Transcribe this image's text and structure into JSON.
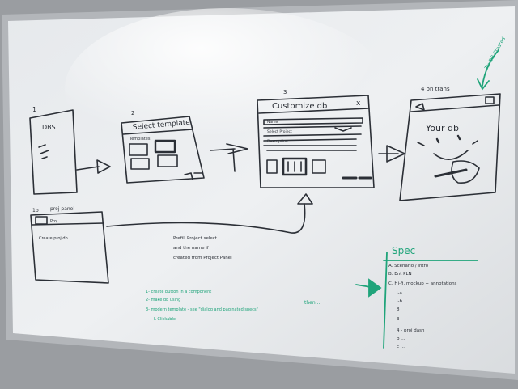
{
  "colors": {
    "ink": "#2b2f36",
    "green": "#1fa47a",
    "board": "#e9ecef",
    "frame": "#a9acb0"
  },
  "sketch1": {
    "number": "1",
    "title": "DBS"
  },
  "sketch1b": {
    "number": "1b",
    "title": "proj panel",
    "tab": "Proj",
    "body": "Create proj db"
  },
  "sketch2": {
    "number": "2",
    "title": "Select template",
    "sub": "Templates"
  },
  "sketch3": {
    "number": "3",
    "title": "Customize db",
    "close": "x",
    "fields": [
      "Name",
      "Select Project",
      "Description"
    ]
  },
  "sketch4": {
    "number": "4",
    "title": "4 on trans",
    "body": "Your db"
  },
  "prefill_note": [
    "Prefill Project select",
    "and the name if",
    "created from Project Panel"
  ],
  "green_note": "To: DB Created",
  "todo_notes": [
    "1- create button in a component",
    "2- make db using",
    "3- modern template - see \"dialog and paginated specs\"",
    "  L Clickable"
  ],
  "then_note": "then...",
  "spec": {
    "title": "Spec",
    "lines": [
      "A. Scenario / intro",
      "B. Ent PLN",
      "C. Hi-fi. mockup + annotations",
      "i-a",
      "i-b",
      "8",
      "3",
      "4 - proj dash",
      "b ...",
      "c ..."
    ]
  }
}
